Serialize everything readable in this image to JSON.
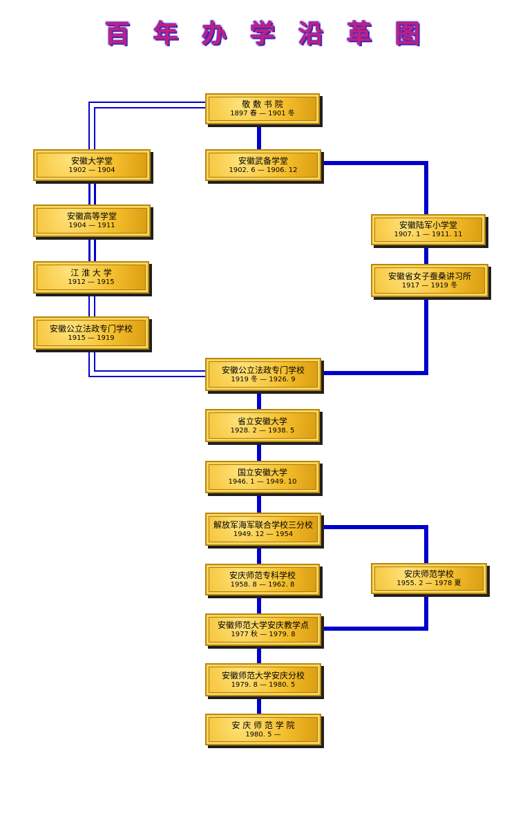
{
  "title": [
    "百",
    "年",
    "办",
    "学",
    "沿",
    "革",
    "图"
  ],
  "nodes": [
    {
      "id": "jingfu",
      "name": "敬 敷 书 院",
      "dates": "1897 春 — 1901 冬"
    },
    {
      "id": "daxuetang",
      "name": "安徽大学堂",
      "dates": "1902 — 1904"
    },
    {
      "id": "wubei",
      "name": "安徽武备学堂",
      "dates": "1902. 6 — 1906. 12"
    },
    {
      "id": "gaodeng",
      "name": "安徽高等学堂",
      "dates": "1904 — 1911"
    },
    {
      "id": "lujun",
      "name": "安徽陆军小学堂",
      "dates": "1907. 1 — 1911. 11"
    },
    {
      "id": "jianghuai",
      "name": "江 淮 大 学",
      "dates": "1912 — 1915"
    },
    {
      "id": "nvzi",
      "name": "安徽省女子蚕桑讲习所",
      "dates": "1917 — 1919 冬"
    },
    {
      "id": "fazheng1",
      "name": "安徽公立法政专门学校",
      "dates": "1915 — 1919"
    },
    {
      "id": "fazheng2",
      "name": "安徽公立法政专门学校",
      "dates": "1919 冬 — 1926. 9"
    },
    {
      "id": "shengli",
      "name": "省立安徽大学",
      "dates": "1928. 2 — 1938. 5"
    },
    {
      "id": "guoli",
      "name": "国立安徽大学",
      "dates": "1946. 1 — 1949. 10"
    },
    {
      "id": "jiefangjun",
      "name": "解放军海军联合学校三分校",
      "dates": "1949. 12 — 1954"
    },
    {
      "id": "zhuanke",
      "name": "安庆师范专科学校",
      "dates": "1958. 8 — 1962. 8"
    },
    {
      "id": "shifanxuexiao",
      "name": "安庆师范学校",
      "dates": "1955. 2 — 1978 夏"
    },
    {
      "id": "jiaoxuedian",
      "name": "安徽师范大学安庆教学点",
      "dates": "1977 秋 — 1979. 8"
    },
    {
      "id": "fenxiao",
      "name": "安徽师范大学安庆分校",
      "dates": "1979. 8 — 1980. 5"
    },
    {
      "id": "xueyuan",
      "name": "安 庆 师 范 学 院",
      "dates": "1980. 5 —"
    }
  ],
  "colors": {
    "line": "#0000cc",
    "box": "#f4be2c",
    "title": "#c02080"
  }
}
